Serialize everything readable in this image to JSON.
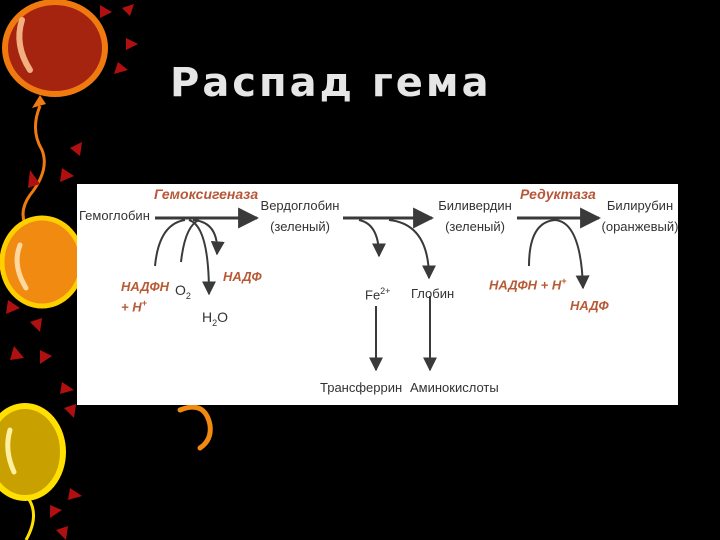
{
  "slide": {
    "title": "Распад гема"
  },
  "diagram": {
    "enzymes": {
      "heme_oxygenase": "Гемоксигеназа",
      "reductase": "Редуктаза"
    },
    "compounds": {
      "hemoglobin": "Гемоглобин",
      "verdoglobin": "Вердоглобин",
      "verdoglobin_color": "(зеленый)",
      "biliverdin": "Биливердин",
      "biliverdin_color": "(зеленый)",
      "bilirubin": "Билирубин",
      "bilirubin_color": "(оранжевый)",
      "fe": "Fe",
      "fe_charge": "2+",
      "globin": "Глобин",
      "transferrin": "Трансферрин",
      "amino_acids": "Аминокислоты"
    },
    "cofactors": {
      "nadph_1_line1": "НАДФН",
      "nadph_1_line2": "+ Н",
      "nadph_1_sup": "+",
      "o2": "O",
      "o2_sub": "2",
      "nadp_1": "НАДФ",
      "h2o_h": "H",
      "h2o_sub": "2",
      "h2o_o": "O",
      "nadph_2": "НАДФН + Н",
      "nadph_2_sup": "+",
      "nadp_2": "НАДФ"
    },
    "colors": {
      "enzyme": "#b8563a",
      "cofactor": "#b85a36",
      "text": "#333333",
      "arrow": "#3a3a3a",
      "panel": "#ffffff"
    }
  }
}
